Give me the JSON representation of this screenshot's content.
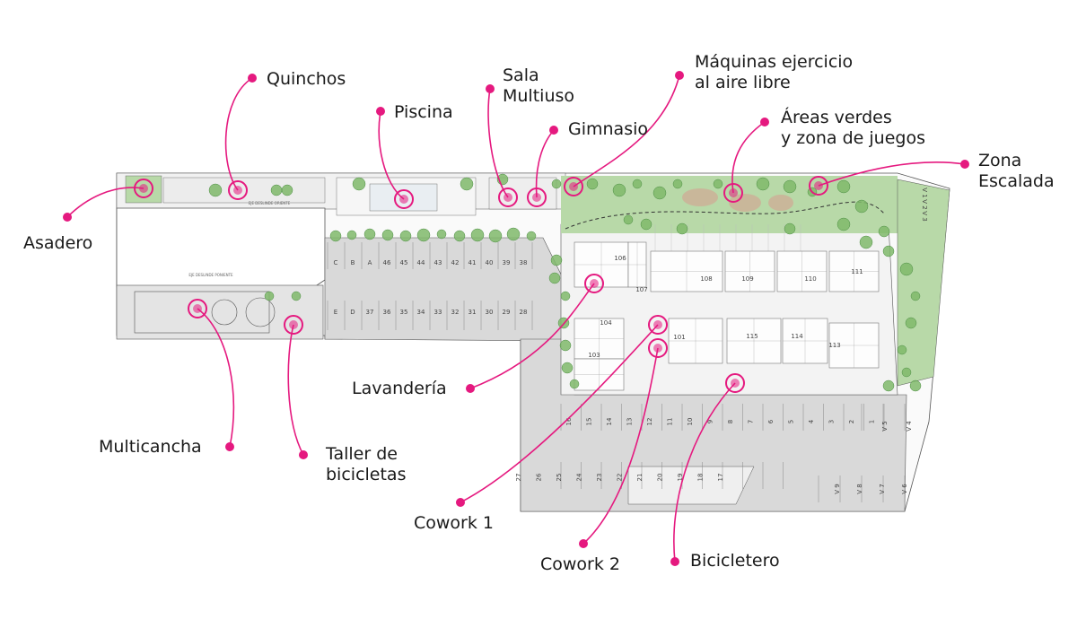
{
  "colors": {
    "accent": "#e5197f",
    "tree": "#7fb86a",
    "tree_dark": "#4f8f47",
    "paving": "#d9d9d9",
    "garden": "#b8d9a8",
    "sand": "#c9b79a",
    "building": "#f3f3f3",
    "line": "#555555"
  },
  "amenities": [
    {
      "id": "asadero",
      "lines": [
        "Asadero"
      ]
    },
    {
      "id": "quinchos",
      "lines": [
        "Quinchos"
      ]
    },
    {
      "id": "piscina",
      "lines": [
        "Piscina"
      ]
    },
    {
      "id": "sala-multiuso",
      "lines": [
        "Sala",
        "Multiuso"
      ]
    },
    {
      "id": "gimnasio",
      "lines": [
        "Gimnasio"
      ]
    },
    {
      "id": "maquinas",
      "lines": [
        "Máquinas ejercicio",
        "al aire libre"
      ]
    },
    {
      "id": "areas-verdes",
      "lines": [
        "Áreas verdes",
        "y zona de juegos"
      ]
    },
    {
      "id": "zona-escalada",
      "lines": [
        "Zona",
        "Escalada"
      ]
    },
    {
      "id": "lavanderia",
      "lines": [
        "Lavandería"
      ]
    },
    {
      "id": "multicancha",
      "lines": [
        "Multicancha"
      ]
    },
    {
      "id": "taller",
      "lines": [
        "Taller de",
        "bicicletas"
      ]
    },
    {
      "id": "cowork1",
      "lines": [
        "Cowork 1"
      ]
    },
    {
      "id": "cowork2",
      "lines": [
        "Cowork 2"
      ]
    },
    {
      "id": "bicicletero",
      "lines": [
        "Bicicletero"
      ]
    }
  ],
  "plan": {
    "parking_top_row": [
      "C",
      "B",
      "A",
      "46",
      "45",
      "44",
      "43",
      "42",
      "41",
      "40",
      "39",
      "38"
    ],
    "parking_mid_row": [
      "E",
      "D",
      "37",
      "36",
      "35",
      "34",
      "33",
      "32",
      "31",
      "30",
      "29",
      "28"
    ],
    "parking_lower_top": [
      "16",
      "15",
      "14",
      "13",
      "12",
      "11",
      "10",
      "9",
      "8",
      "7",
      "6",
      "5",
      "4",
      "3",
      "2",
      "1"
    ],
    "parking_lower_bottom": [
      "27",
      "26",
      "25",
      "24",
      "23",
      "22",
      "21",
      "20",
      "19",
      "18",
      "17"
    ],
    "visitor_right_top": [
      "V 1",
      "V 2",
      "V 3"
    ],
    "visitor_right_bottom": [
      "V 5",
      "V 4",
      "V 9",
      "V 8",
      "V 7",
      "V 6"
    ],
    "unit_numbers": [
      "106",
      "107",
      "108",
      "109",
      "110",
      "111",
      "104",
      "103",
      "101",
      "115",
      "114",
      "113"
    ],
    "small_texts": [
      "EJE DESLINDE ORIENTE",
      "EJE DESLINDE PONIENTE"
    ]
  }
}
